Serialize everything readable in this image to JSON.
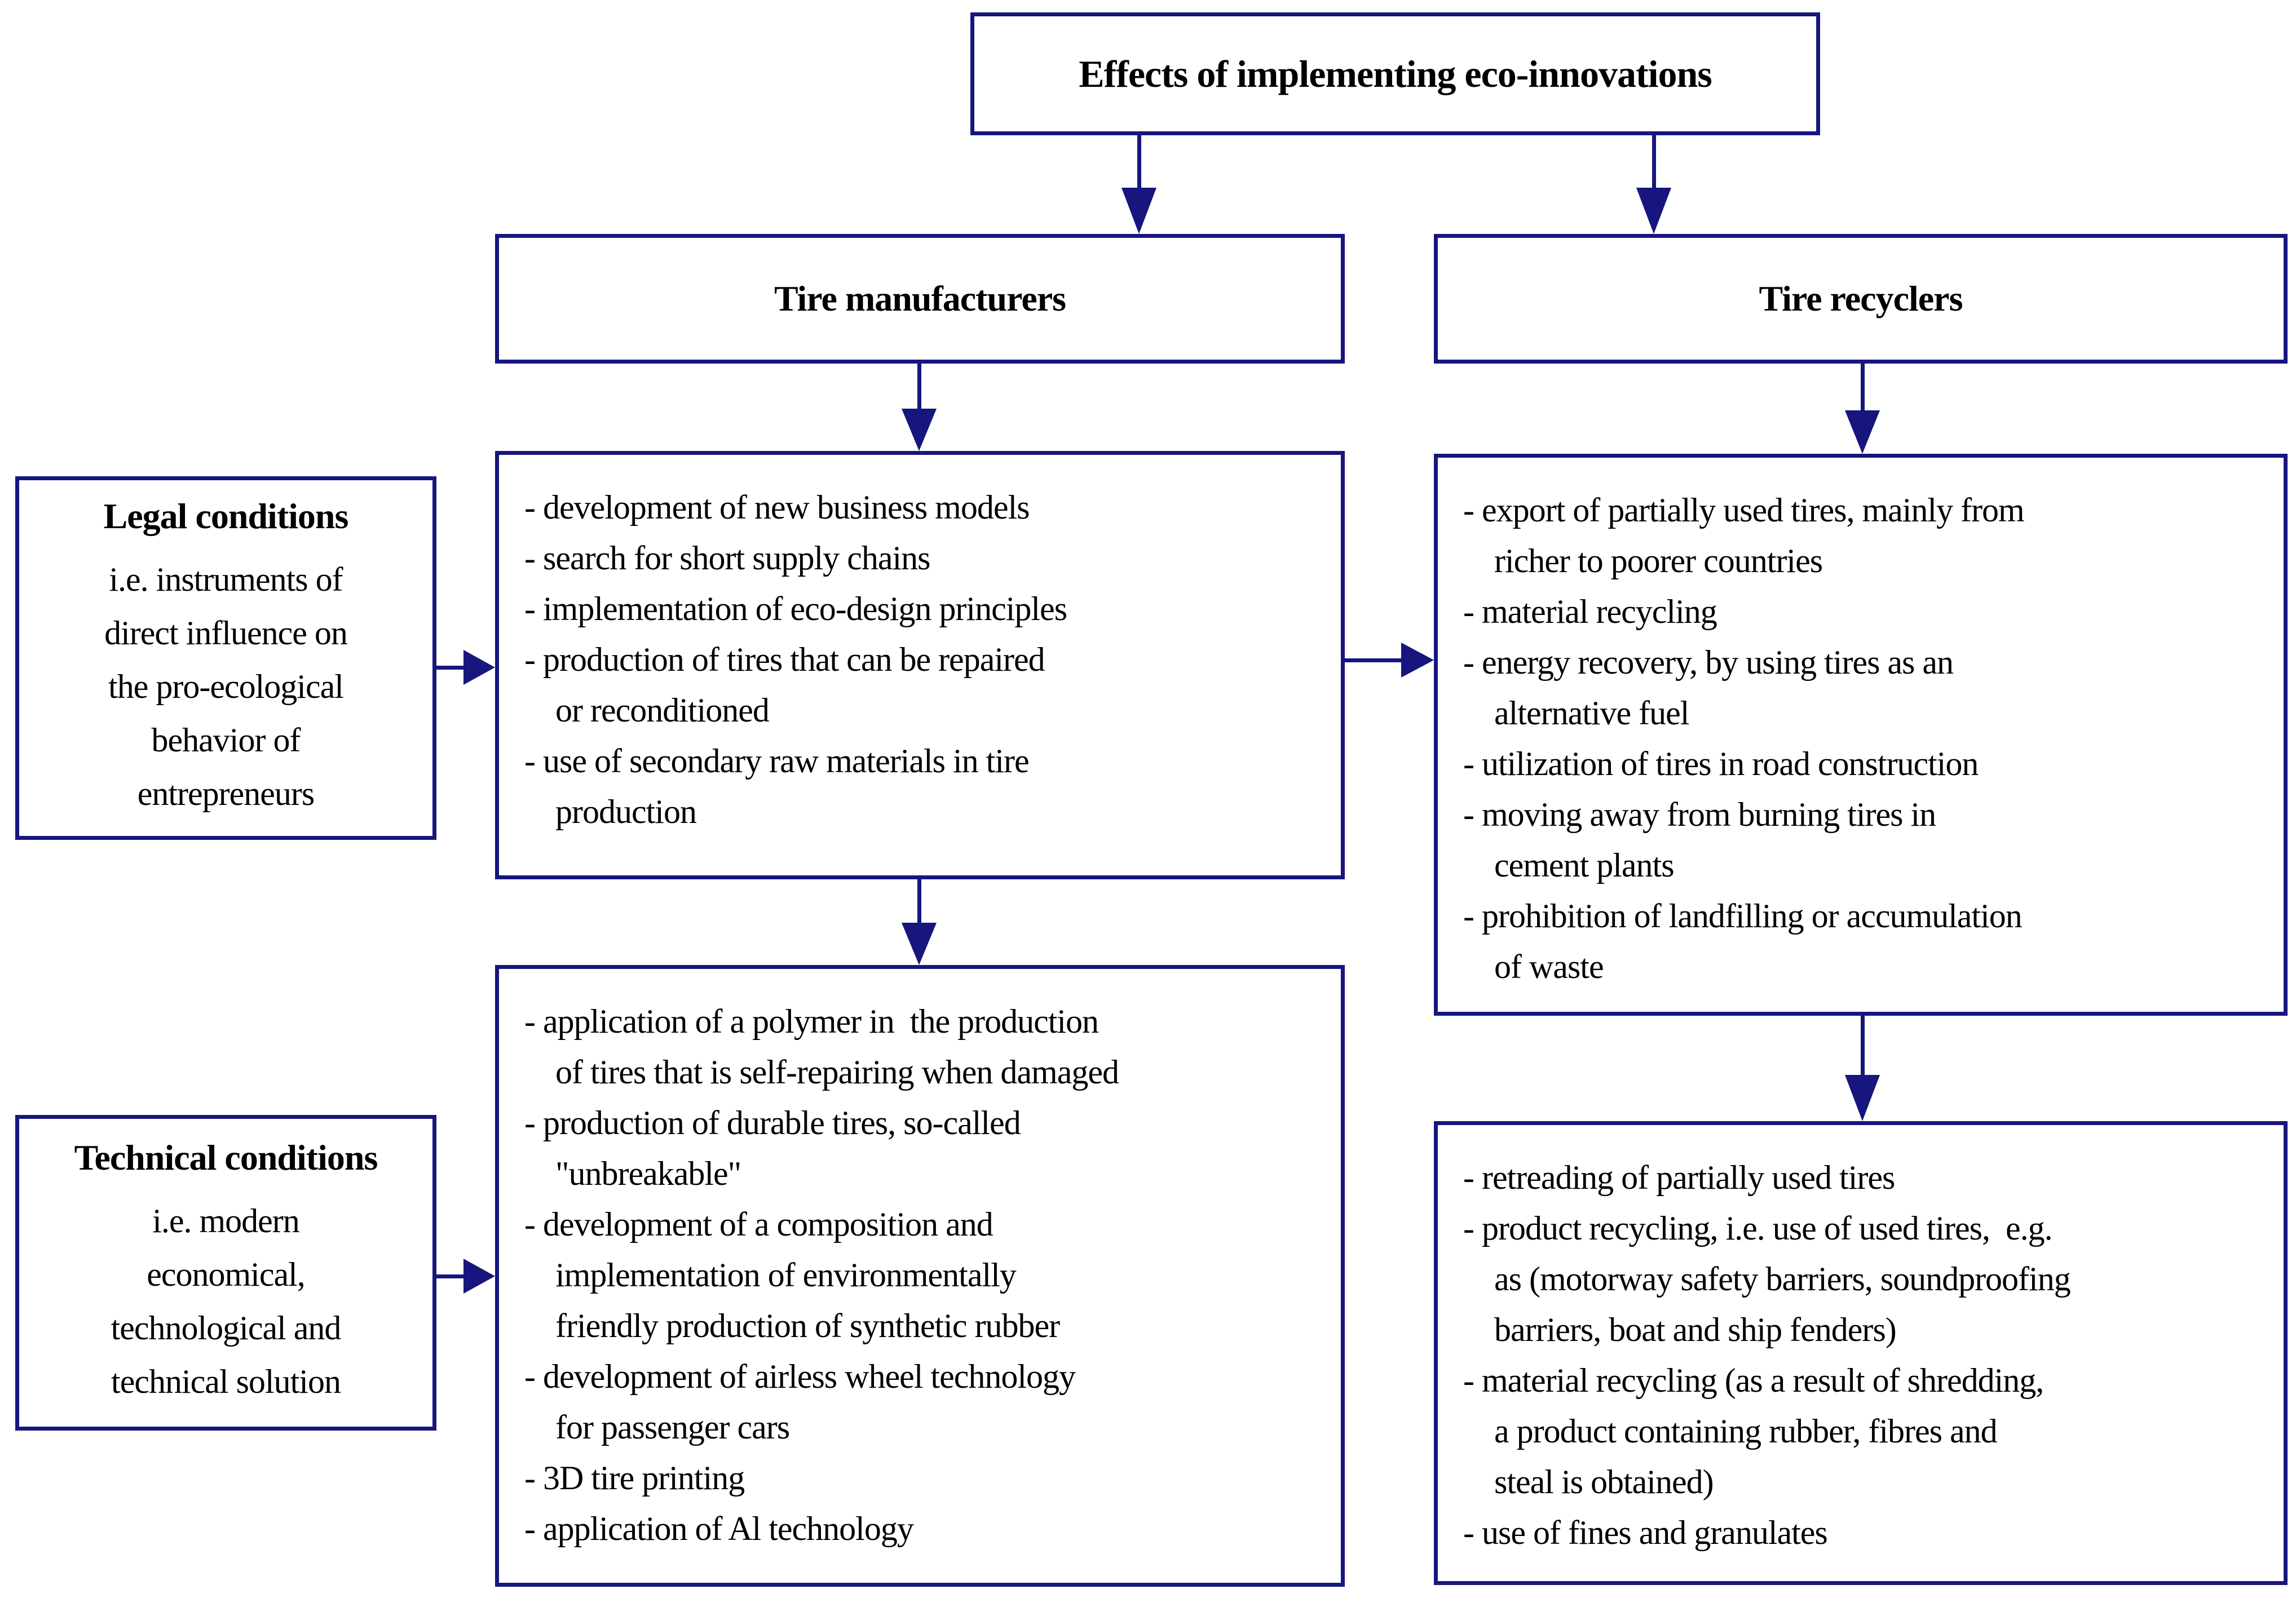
{
  "colors": {
    "accent": "#16167e",
    "text": "#000000",
    "background": "#ffffff"
  },
  "title_box": {
    "label": "Effects of implementing eco-innovations"
  },
  "branch_boxes": {
    "manufacturers": "Tire manufacturers",
    "recyclers": "Tire recyclers"
  },
  "condition_boxes": {
    "legal": {
      "title": "Legal conditions",
      "body": "i.e. instruments of\ndirect influence on\nthe pro-ecological\nbehavior of\nentrepreneurs"
    },
    "technical": {
      "title": "Technical conditions",
      "body": "i.e. modern\neconomical,\ntechnological and\ntechnical solution"
    }
  },
  "effects": {
    "manufacturers_primary": [
      "- development of new business models",
      "- search for short supply chains",
      "- implementation of eco-design principles",
      "- production of tires that can be repaired\nor reconditioned",
      "- use of secondary raw materials in tire\nproduction"
    ],
    "recyclers_primary": [
      "- export of partially used tires, mainly from\nricher to poorer countries",
      "- material recycling",
      "- energy recovery, by using tires as an\nalternative fuel",
      "- utilization of tires in road construction",
      "- moving away from burning tires in\ncement plants",
      "- prohibition of landfilling or accumulation\nof waste"
    ],
    "manufacturers_secondary": [
      "- application of a polymer in  the production\nof tires that is self-repairing when damaged",
      "- production of durable tires, so-called\n\"unbreakable\"",
      "- development of a composition and\nimplementation of environmentally\nfriendly production of synthetic rubber",
      "- development of airless wheel technology\nfor passenger cars",
      "- 3D tire printing",
      "- application of Al technology"
    ],
    "recyclers_secondary": [
      "- retreading of partially used tires",
      "- product recycling, i.e. use of used tires,  e.g.\nas (motorway safety barriers, soundproofing\nbarriers, boat and ship fenders)",
      "- material recycling (as a result of shredding,\na product containing rubber, fibres and\nsteal is obtained)",
      "- use of fines and granulates"
    ]
  }
}
